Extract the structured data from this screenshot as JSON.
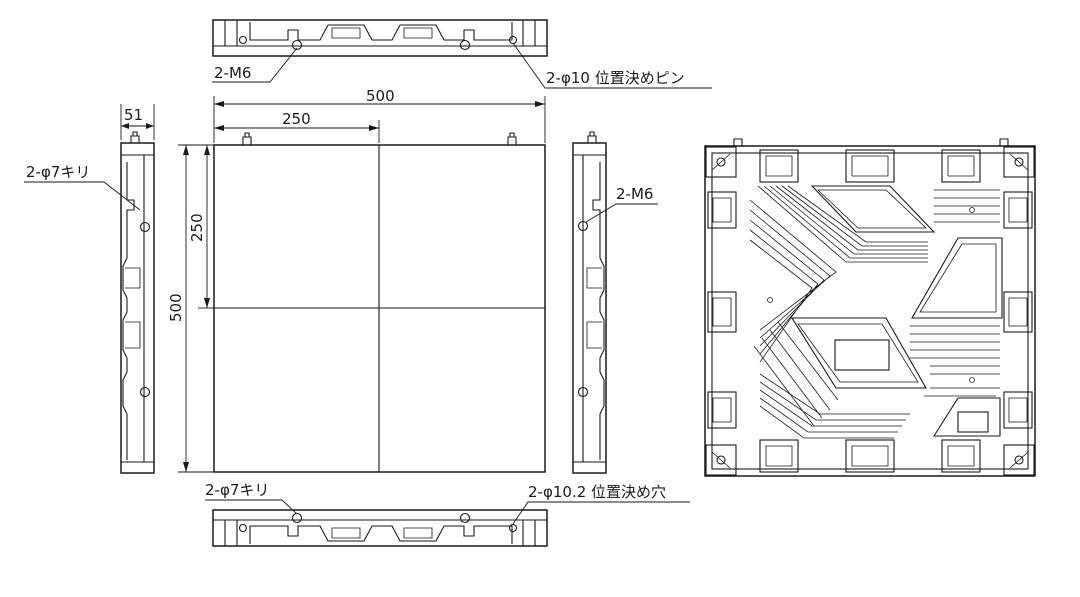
{
  "labels": {
    "top_m6": "2-M6",
    "top_pin": "2-φ10 位置決めピン",
    "dim_500_top": "500",
    "dim_250_top": "250",
    "dim_51": "51",
    "left_hole": "2-φ7キリ",
    "dim_250_side": "250",
    "dim_500_side": "500",
    "right_m6": "2-M6",
    "bottom_hole": "2-φ7キリ",
    "bottom_pin_hole": "2-φ10.2 位置決め穴"
  }
}
